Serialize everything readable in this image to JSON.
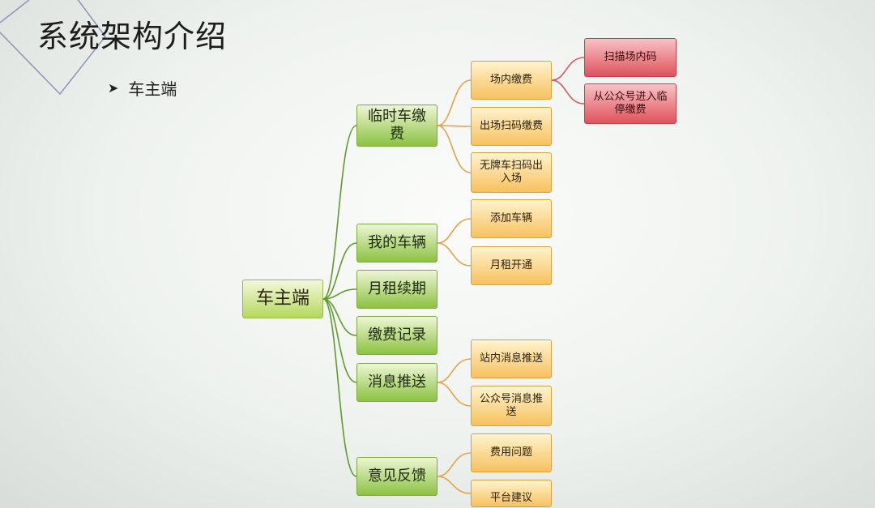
{
  "slide": {
    "title": "系统架构介绍",
    "bullet": "车主端"
  },
  "tree": {
    "label": "车主端",
    "children": [
      {
        "label": "临时车缴费",
        "children": [
          {
            "label": "场内缴费",
            "children": [
              {
                "label": "扫描场内码"
              },
              {
                "label": "从公众号进入临停缴费"
              }
            ]
          },
          {
            "label": "出场扫码缴费"
          },
          {
            "label": "无牌车扫码出入场"
          }
        ]
      },
      {
        "label": "我的车辆",
        "children": [
          {
            "label": "添加车辆"
          },
          {
            "label": "月租开通"
          }
        ]
      },
      {
        "label": "月租续期"
      },
      {
        "label": "缴费记录"
      },
      {
        "label": "消息推送",
        "children": [
          {
            "label": "站内消息推送"
          },
          {
            "label": "公众号消息推送"
          }
        ]
      },
      {
        "label": "意见反馈",
        "children": [
          {
            "label": "费用问题"
          },
          {
            "label": "平台建议"
          }
        ]
      }
    ]
  },
  "colors": {
    "root": "#b5d95d",
    "level1": "#8cc241",
    "level2": "#f7c15e",
    "level3": "#e0525c",
    "line_green": "#5f9a2d",
    "line_orange": "#e2a24c",
    "line_red": "#d8555e"
  }
}
